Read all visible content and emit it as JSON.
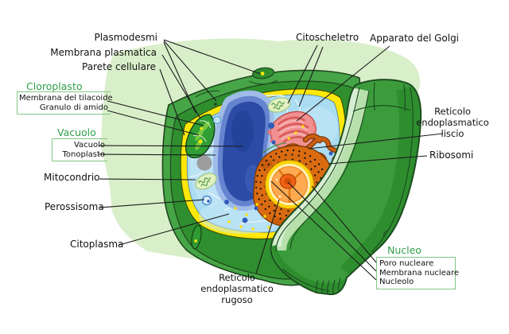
{
  "figure": {
    "labels": {
      "plasmodesmi": "Plasmodesmi",
      "membrana_plasmatica": "Membrana plasmatica",
      "parete_cellulare": "Parete cellulare",
      "mitocondrio": "Mitocondrio",
      "perossisoma": "Perossisoma",
      "citoplasma": "Citoplasma",
      "citoscheletro": "Citoscheletro",
      "apparato_del_golgi": "Apparato del Golgi",
      "ribosomi": "Ribosomi"
    },
    "cloroplasto_group": {
      "heading": "Cloroplasto",
      "items": [
        "Membrana del tilacoide",
        "Granulo di amido"
      ]
    },
    "vacuolo_group": {
      "heading": "Vacuolo",
      "items": [
        "Vacuolo",
        "Tonoplasto"
      ]
    },
    "nucleo_group": {
      "heading": "Nucleo",
      "items": [
        "Poro nucleare",
        "Membrana nucleare",
        "Nucleolo"
      ]
    },
    "reticolo_liscio_lines": [
      "Reticolo",
      "endoplasmatico",
      "liscio"
    ],
    "reticolo_rugoso_lines": [
      "Reticolo",
      "endoplasmatico",
      "rugoso"
    ]
  },
  "colors": {
    "heading_green": "#2e9e48",
    "box_border_green": "#82c785",
    "label_text": "#111111",
    "leader_line": "#1a1a1a",
    "background_halo": "#d9efca",
    "cell_wall_outer": "#46a546",
    "cell_wall_inner": "#2f8f2f",
    "membrane_yellow": "#ffe808",
    "cytoplasm_blue": "#aadcf2",
    "vacuole_blue": "#2b4ba6",
    "nucleus_orange": "#ffa950",
    "nucleolus_orange": "#ef6214",
    "golgi_pink": "#f19090",
    "er_orange": "#cc5f13"
  }
}
